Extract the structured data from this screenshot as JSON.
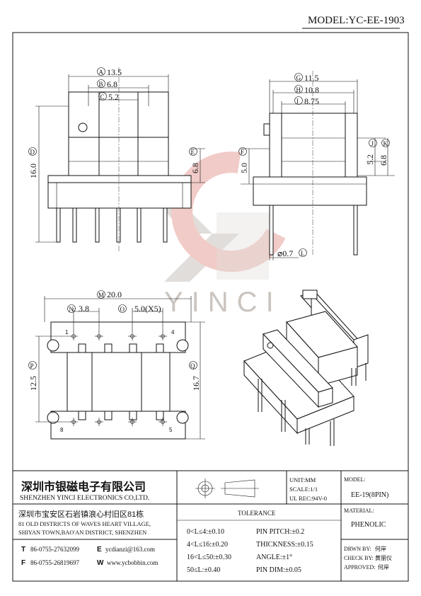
{
  "model": "MODEL:YC-EE-1903",
  "watermark": "YINCI",
  "front_view": {
    "dim_a": "13.5",
    "dim_b": "6.8",
    "dim_c": "5.2",
    "dim_d": "16.0",
    "dim_e": "6.8",
    "letter_a": "A",
    "letter_b": "B",
    "letter_c": "C",
    "letter_d": "D",
    "letter_e": "E"
  },
  "side_view": {
    "dim_g": "11.5",
    "dim_h": "10.8",
    "dim_i": "8.75",
    "dim_f": "5.0",
    "dim_j": "5.2",
    "dim_k": "6.8",
    "dim_l": "⌀0.7",
    "letter_f": "F",
    "letter_g": "G",
    "letter_h": "H",
    "letter_i": "I",
    "letter_j": "J",
    "letter_k": "K",
    "letter_l": "L"
  },
  "bottom_view": {
    "dim_m": "20.0",
    "dim_n": "3.8",
    "dim_o": "5.0(X5)",
    "dim_p": "12.5",
    "dim_q": "16.7",
    "letter_m": "M",
    "letter_n": "N",
    "letter_o": "O",
    "letter_p": "P",
    "letter_q": "Q",
    "pin_1": "1",
    "pin_4": "4",
    "pin_5": "5",
    "pin_8": "8"
  },
  "title_block": {
    "company_cn": "深圳市银磁电子有限公司",
    "company_en": "SHENZHEN YINCI ELECTRONICS CO,LTD.",
    "address_cn": "深圳市宝安区石岩镇浪心村旧区81栋",
    "address_en_1": "81 OLD DISTRICTS OF WAVES HEART VILLAGE,",
    "address_en_2": "SHIYAN TOWN,BAO'AN DISTRICT, SHENZHEN",
    "tel_label": "T",
    "tel": "86-0755-27632099",
    "email_label": "E",
    "email": "ycdianzi@163.com",
    "fax_label": "F",
    "fax": "86-0755-26819697",
    "web_label": "W",
    "web": "www.ycbobbin.com",
    "unit": "UNIT:MM",
    "scale": "SCALE:1/1",
    "ul_rec": "UL REC:94V-0",
    "model_label": "MODEL:",
    "model_value": "EE-19(8PIN)",
    "material_label": "MATERIAL:",
    "material_value": "PHENOLIC",
    "tolerance_title": "TOLERANCE",
    "tol_1": "0<L≤4:±0.10",
    "tol_2": "4<L≤16:±0.20",
    "tol_3": "16<L≤50:±0.30",
    "tol_4": "50≤L:±0.40",
    "tol_5": "PIN PITCH:±0.2",
    "tol_6": "THICKNESS:±0.15",
    "tol_7": "ANGLE:±1°",
    "tol_8": "PIN DIM:±0.05",
    "drwn_by": "DRWN BY:",
    "drwn_name": "何岸",
    "check_by": "CHECK BY:",
    "check_name": "黄丽仪",
    "approved": "APPROVED:",
    "approved_name": "何岸"
  }
}
